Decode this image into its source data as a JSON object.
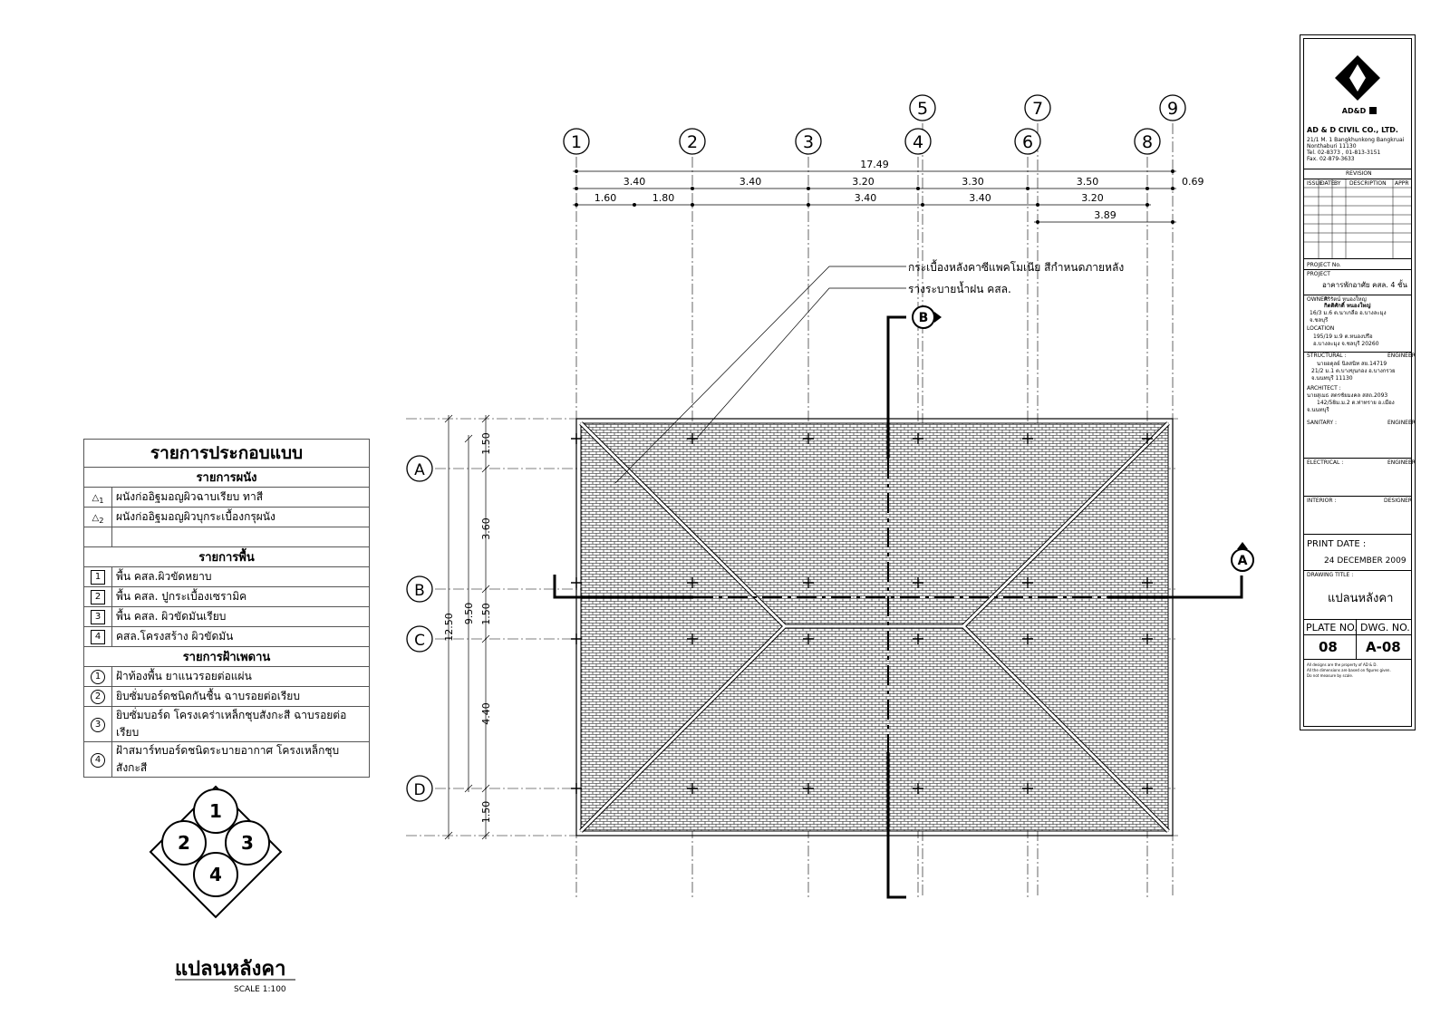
{
  "grid": {
    "columns": [
      "1",
      "2",
      "3",
      "4",
      "5",
      "6",
      "7",
      "8",
      "9"
    ],
    "rows": [
      "A",
      "B",
      "C",
      "D"
    ]
  },
  "dimensions": {
    "overall": "17.49",
    "row1": [
      "3.40",
      "3.40",
      "3.20",
      "3.30",
      "3.50",
      "0.69"
    ],
    "row2": [
      "1.60",
      "1.80",
      "3.40",
      "3.40",
      "3.20"
    ],
    "row3": "3.89",
    "vertical_outer": [
      "12.50",
      "9.50"
    ],
    "vertical": [
      "1.50",
      "3.60",
      "1.50",
      "4.40",
      "1.50"
    ]
  },
  "annotations": {
    "roof_tile": "กระเบื้องหลังคาซีแพคโมเนีย สีกำหนดภายหลัง",
    "gutter": "รางระบายน้ำฝน คสล."
  },
  "sections": {
    "b": "B",
    "a": "A"
  },
  "legend": {
    "title": "รายการประกอบแบบ",
    "walls_header": "รายการผนัง",
    "walls": [
      {
        "mark": "1",
        "text": "ผนังก่ออิฐมอญผิวฉาบเรียบ ทาสี"
      },
      {
        "mark": "2",
        "text": "ผนังก่ออิฐมอญผิวบุกระเบื้องกรุผนัง"
      }
    ],
    "floors_header": "รายการพื้น",
    "floors": [
      {
        "mark": "1",
        "text": "พื้น คสล.ผิวขัดหยาบ"
      },
      {
        "mark": "2",
        "text": "พื้น คสล. ปูกระเบื้องเซรามิค"
      },
      {
        "mark": "3",
        "text": "พื้น คสล. ผิวขัดมันเรียบ"
      },
      {
        "mark": "4",
        "text": "คสล.โครงสร้าง ผิวขัดมัน"
      }
    ],
    "ceilings_header": "รายการฝ้าเพดาน",
    "ceilings": [
      {
        "mark": "1",
        "text": "ฝ้าท้องพื้น ยาแนวรอยต่อแผ่น"
      },
      {
        "mark": "2",
        "text": "ยิบซั่มบอร์ดชนิดกันชื้น ฉาบรอยต่อเรียบ"
      },
      {
        "mark": "3",
        "text": "ยิบซั่มบอร์ด โครงเคร่าเหล็กชุบสังกะสี ฉาบรอยต่อเรียบ"
      },
      {
        "mark": "4",
        "text": "ฝ้าสมาร์ทบอร์ดชนิดระบายอากาศ โครงเหล็กชุบสังกะสี"
      }
    ]
  },
  "key_diagram": [
    "1",
    "2",
    "3",
    "4"
  ],
  "drawing_title": {
    "name": "แปลนหลังคา",
    "scale": "SCALE 1:100"
  },
  "title_block": {
    "logo_text": "AD&D",
    "company": "AD & D CIVIL CO., LTD.",
    "address": [
      "21/1 M. 1 Bangkhunkong Bangkruai",
      "Nonthaburi 11130",
      "Tel. 02-8373 , 01-813-3151",
      "Fax. 02-879-3633"
    ],
    "revision_label": "REVISION",
    "revision_cols": [
      "ISSUE",
      "DATE",
      "BY",
      "DESCRIPTION",
      "APPR"
    ],
    "project_no_label": "PROJECT No.",
    "project_label": "PROJECT",
    "project": "อาคารพักอาศัย คสล. 4 ชั้น",
    "owner_label": "OWNER",
    "owner": [
      "ศิริรัตน์ หนองใหญ่",
      "กิตติศักดิ์ หนองใหญ่",
      "16/3 ม.6 ต.นาเกลือ อ.บางละมุง",
      "จ.ชลบุรี"
    ],
    "location_label": "LOCATION",
    "location": [
      "195/19 ม.9 ต.หนองปรือ",
      "อ.บางละมุง จ.ชลบุรี 20260"
    ],
    "structural_label": "STRUCTURAL :",
    "engineer_label": "ENGINEER",
    "structural": [
      "นายอดุลย์ นิลสนิท สย.14719",
      "21/2 ม.1 ต.บางขุนกอง อ.บางกรวย",
      "จ.นนทบุรี 11130"
    ],
    "architect_label": "ARCHITECT :",
    "architect": [
      "นายสุเมธ สตรชัยมงคล สสถ.2093",
      "142/58ม.ม.2 ต.ท่าทราย อ.เมือง",
      "จ.นนทบุรี"
    ],
    "sanitary_label": "SANITARY :",
    "electrical_label": "ELECTRICAL :",
    "interior_label": "INTERIOR :",
    "designer_label": "DESIGNER",
    "print_date_label": "PRINT DATE :",
    "print_date": "24 DECEMBER 2009",
    "drawing_title_label": "DRAWING TITLE :",
    "drawing_title": "แปลนหลังคา",
    "plate_no_label": "PLATE NO.",
    "dwg_no_label": "DWG. NO.",
    "plate_no": "08",
    "dwg_no": "A-08",
    "footer": [
      "All designs are the property of AD & D.",
      "All the dimensions are based on figures given.",
      "Do not measure by scale."
    ]
  }
}
